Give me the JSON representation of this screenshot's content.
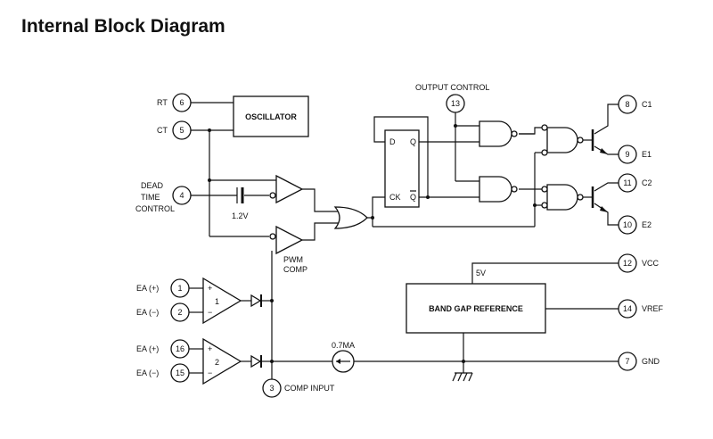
{
  "title": "Internal Block Diagram",
  "pins": {
    "rt": {
      "number": "6",
      "label": "RT"
    },
    "ct": {
      "number": "5",
      "label": "CT"
    },
    "dead_time": {
      "number": "4",
      "label_lines": [
        "DEAD",
        "TIME",
        "CONTROL"
      ]
    },
    "ea1_plus": {
      "number": "1",
      "label": "EA (+)"
    },
    "ea1_minus": {
      "number": "2",
      "label": "EA (−)"
    },
    "ea2_plus": {
      "number": "16",
      "label": "EA (+)"
    },
    "ea2_minus": {
      "number": "15",
      "label": "EA (−)"
    },
    "comp_input": {
      "number": "3",
      "label": "COMP INPUT"
    },
    "output_control": {
      "number": "13",
      "label": "OUTPUT CONTROL"
    },
    "c1": {
      "number": "8",
      "label": "C1"
    },
    "e1": {
      "number": "9",
      "label": "E1"
    },
    "c2": {
      "number": "11",
      "label": "C2"
    },
    "e2": {
      "number": "10",
      "label": "E2"
    },
    "vcc": {
      "number": "12",
      "label": "VCC"
    },
    "vref": {
      "number": "14",
      "label": "VREF"
    },
    "gnd": {
      "number": "7",
      "label": "GND"
    }
  },
  "blocks": {
    "oscillator": "OSCILLATOR",
    "band_gap": "BAND GAP REFERENCE",
    "flipflop": {
      "d": "D",
      "q": "Q",
      "ck": "CK",
      "qbar": "Q"
    },
    "pwm_comp": [
      "PWM",
      "COMP"
    ],
    "ea1_num": "1",
    "ea2_num": "2",
    "plus": "+",
    "minus": "−"
  },
  "annotations": {
    "dead_time_offset": "1.2V",
    "ref_5v": "5V",
    "current_source": "0.7MA"
  }
}
